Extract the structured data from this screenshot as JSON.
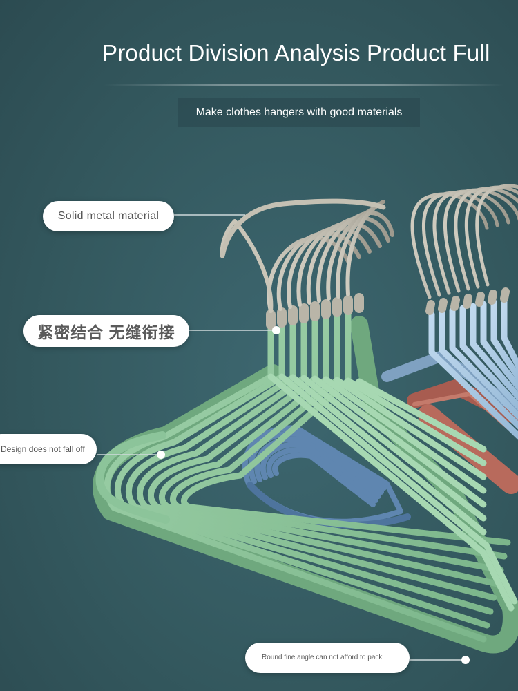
{
  "header": {
    "title": "Product Division Analysis Product Full",
    "subtitle": "Make clothes hangers with good materials"
  },
  "callouts": {
    "metal": "Solid metal material",
    "tight": "紧密结合 无缝衔接",
    "design": "Design does not fall off",
    "round": "Round fine angle can not afford to pack"
  },
  "colors": {
    "background": "#34595f",
    "green_hanger": "#8cc49a",
    "blue_hanger": "#a8c8e2",
    "navy_hanger": "#5f86b0",
    "red_hanger": "#b86a5c",
    "metal_hook": "#b7b3a6"
  },
  "icons": [
    "hanger-stack-image",
    "callout-dot"
  ]
}
